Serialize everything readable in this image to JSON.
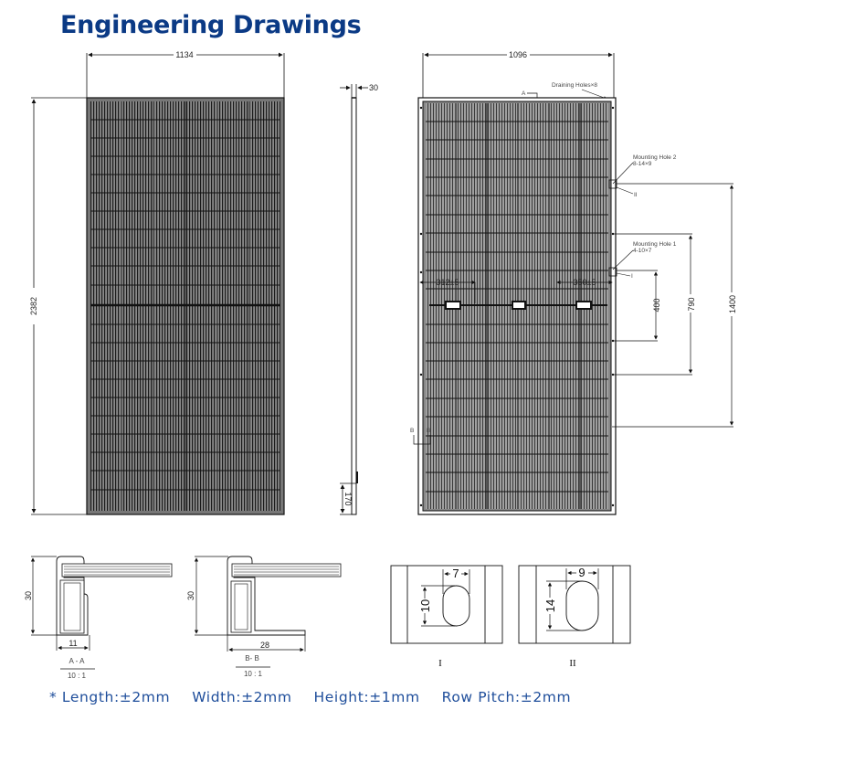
{
  "title": "Engineering Drawings",
  "front_view": {
    "width_label": "1134",
    "height_label": "2382"
  },
  "side_view": {
    "thickness_label": "30",
    "junction_offset_label": "170"
  },
  "back_view": {
    "width_label": "1096",
    "draining_holes_label": "Draining Holes×8",
    "section_a_label": "A",
    "section_b_label": "B",
    "mounting_hole_2_label": "Mounting Hole 2",
    "mounting_hole_2_spec": "8-14×9",
    "mounting_hole_2_detail": "II",
    "mounting_hole_1_label": "Mounting Hole 1",
    "mounting_hole_1_spec": "4-10×7",
    "mounting_hole_1_detail": "I",
    "cable_left_label": "312±5",
    "cable_right_label": "350±5",
    "dim_400": "400",
    "dim_790": "790",
    "dim_1400": "1400"
  },
  "sections": {
    "aa": {
      "height_label": "30",
      "width_label": "11",
      "name": "A - A",
      "scale": "10 : 1"
    },
    "bb": {
      "height_label": "30",
      "width_label": "28",
      "name": "B- B",
      "scale": "10 : 1"
    }
  },
  "details": {
    "detail_1": {
      "width_label": "7",
      "height_label": "10",
      "name": "I"
    },
    "detail_2": {
      "width_label": "9",
      "height_label": "14",
      "name": "II"
    }
  },
  "tolerances": [
    "* Length:±2mm",
    "Width:±2mm",
    "Height:±1mm",
    "Row Pitch:±2mm"
  ]
}
